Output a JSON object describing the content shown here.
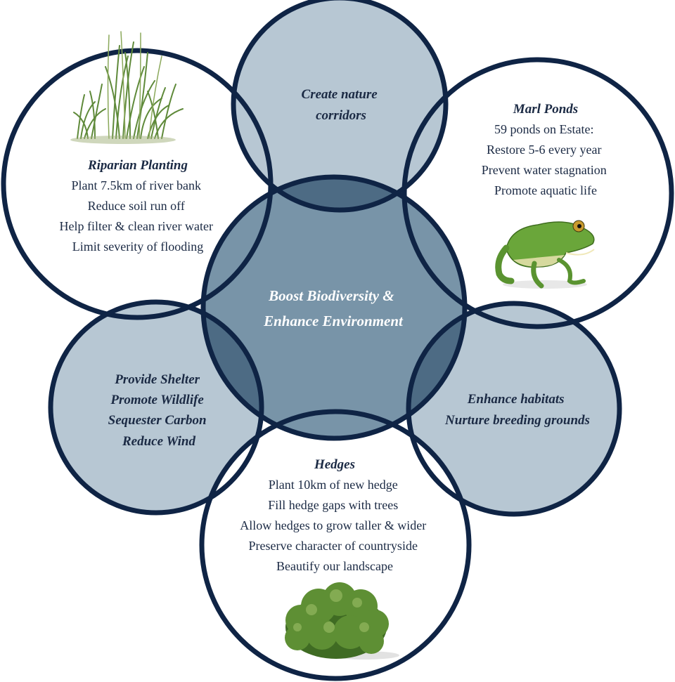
{
  "center": {
    "line1": "Boost Biodiversity &",
    "line2": "Enhance Environment"
  },
  "top": {
    "line1": "Create nature",
    "line2": "corridors"
  },
  "riparian": {
    "title": "Riparian Planting",
    "items": [
      "Plant 7.5km of river bank",
      "Reduce soil run off",
      "Help filter & clean river water",
      "Limit severity of flooding"
    ]
  },
  "marl": {
    "title": "Marl Ponds",
    "items": [
      "59 ponds on Estate:",
      "Restore 5-6 every year",
      "Prevent water stagnation",
      "Promote aquatic life"
    ]
  },
  "shelter": {
    "items": [
      "Provide Shelter",
      "Promote Wildlife",
      "Sequester Carbon",
      "Reduce Wind"
    ]
  },
  "habitats": {
    "items": [
      "Enhance habitats",
      "Nurture breeding grounds"
    ]
  },
  "hedges": {
    "title": "Hedges",
    "items": [
      "Plant 10km of new hedge",
      "Fill hedge gaps with trees",
      "Allow hedges to grow taller & wider",
      "Preserve character of countryside",
      "Beautify our landscape"
    ]
  },
  "icons": {
    "grass": "grass-icon",
    "frog": "frog-icon",
    "hedge": "hedge-bush-icon"
  },
  "colors": {
    "outline": "#0f2445",
    "light_fill": "#b7c7d3",
    "center_fill": "#6e8aa0",
    "white": "#ffffff"
  }
}
